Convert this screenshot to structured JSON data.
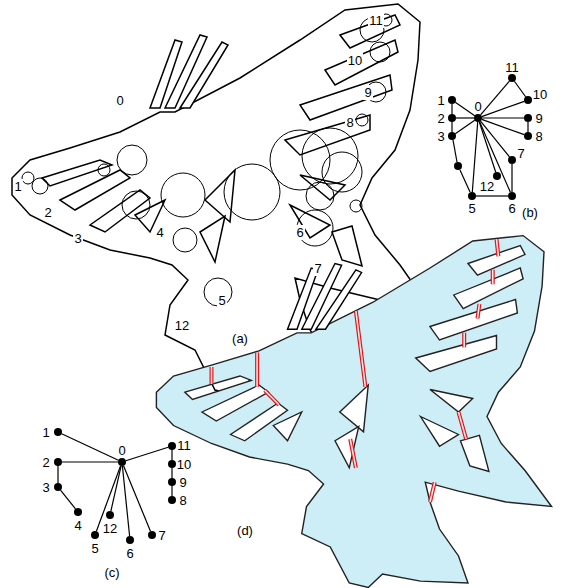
{
  "diagram": {
    "nodes": [
      {
        "text": [
          "11"
        ]
      },
      {
        "text": [
          "10"
        ]
      },
      {
        "text": [
          "1"
        ]
      },
      {
        "text": [
          "0"
        ]
      },
      {
        "text": [
          "9"
        ]
      },
      {
        "text": [
          "2"
        ]
      },
      {
        "text": [
          "8"
        ]
      },
      {
        "text": [
          "3"
        ]
      },
      {
        "text": [
          "7"
        ]
      },
      {
        "text": [
          "12"
        ]
      },
      {
        "text": [
          "5"
        ]
      },
      {
        "text": [
          "6"
        ]
      },
      {
        "text": [
          "1"
        ]
      },
      {
        "text": [
          "11"
        ]
      },
      {
        "text": [
          "0"
        ]
      },
      {
        "text": [
          "2"
        ]
      },
      {
        "text": [
          "10"
        ]
      },
      {
        "text": [
          "9"
        ]
      },
      {
        "text": [
          "3"
        ]
      },
      {
        "text": [
          "8"
        ]
      },
      {
        "text": [
          "4"
        ]
      },
      {
        "text": [
          "7"
        ]
      },
      {
        "text": [
          "12"
        ]
      },
      {
        "text": [
          "5"
        ]
      },
      {
        "text": [
          "6"
        ]
      }
    ],
    "edges": [
      {
        "from": 3,
        "to": 2,
        "arrow": "none"
      },
      {
        "from": 3,
        "to": 5,
        "arrow": "none"
      },
      {
        "from": 3,
        "to": 7,
        "arrow": "none"
      },
      {
        "from": 3,
        "to": 0,
        "arrow": "none"
      },
      {
        "from": 3,
        "to": 1,
        "arrow": "none"
      },
      {
        "from": 3,
        "to": 4,
        "arrow": "none"
      },
      {
        "from": 3,
        "to": 6,
        "arrow": "none"
      },
      {
        "from": 3,
        "to": 8,
        "arrow": "none"
      },
      {
        "from": 3,
        "to": 9,
        "arrow": "none"
      },
      {
        "from": 3,
        "to": 10,
        "arrow": "none"
      },
      {
        "from": 3,
        "to": 11,
        "arrow": "none"
      },
      {
        "from": 2,
        "to": 5,
        "arrow": "none"
      },
      {
        "from": 5,
        "to": 7,
        "arrow": "none"
      },
      {
        "from": 0,
        "to": 1,
        "arrow": "none"
      },
      {
        "from": 4,
        "to": 6,
        "arrow": "none"
      },
      {
        "from": 8,
        "to": 11,
        "arrow": "none"
      },
      {
        "from": 10,
        "to": 11,
        "arrow": "none"
      },
      {
        "from": 14,
        "to": 12,
        "arrow": "none"
      },
      {
        "from": 14,
        "to": 15,
        "arrow": "none"
      },
      {
        "from": 15,
        "to": 18,
        "arrow": "none"
      },
      {
        "from": 18,
        "to": 20,
        "arrow": "none"
      },
      {
        "from": 14,
        "to": 23,
        "arrow": "none"
      },
      {
        "from": 14,
        "to": 22,
        "arrow": "none"
      },
      {
        "from": 14,
        "to": 24,
        "arrow": "none"
      },
      {
        "from": 14,
        "to": 21,
        "arrow": "none"
      },
      {
        "from": 14,
        "to": 13,
        "arrow": "none"
      },
      {
        "from": 13,
        "to": 16,
        "arrow": "none"
      },
      {
        "from": 16,
        "to": 17,
        "arrow": "none"
      },
      {
        "from": 17,
        "to": 19,
        "arrow": "none"
      }
    ],
    "labels": [
      "11",
      "10",
      "9",
      "0",
      "8",
      "1",
      "2",
      "3",
      "4",
      "6",
      "5",
      "7",
      "12",
      "(a)",
      "(b)",
      "(c)",
      "(d)"
    ]
  }
}
